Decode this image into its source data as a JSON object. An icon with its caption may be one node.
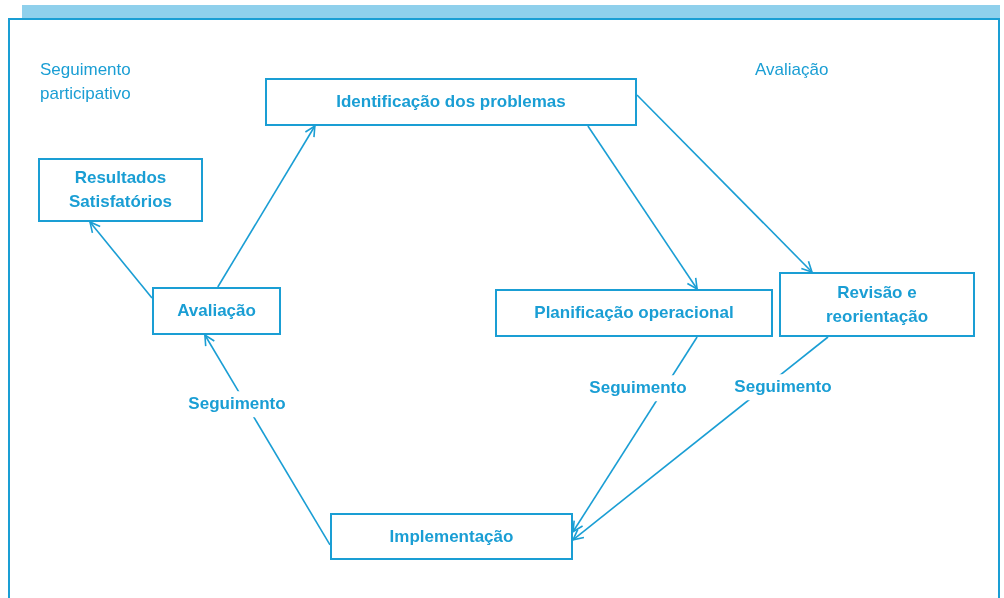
{
  "diagram": {
    "nodes": [
      {
        "text": [
          "Identificação dos problemas"
        ]
      },
      {
        "text": [
          "Resultados Satisfatórios"
        ]
      },
      {
        "text": [
          "Avaliação"
        ]
      },
      {
        "text": [
          "Planificação operacional"
        ]
      },
      {
        "text": [
          "Revisão e reorientação"
        ]
      },
      {
        "text": [
          "Implementação"
        ]
      }
    ],
    "edges": [
      {
        "from": 2,
        "to": 0,
        "arrow": "to"
      },
      {
        "from": 2,
        "to": 1,
        "arrow": "to"
      },
      {
        "from": 5,
        "to": 2,
        "arrow": "to",
        "label": "Seguimento"
      },
      {
        "from": 0,
        "to": 3,
        "arrow": "to"
      },
      {
        "from": 0,
        "to": 4,
        "arrow": "to"
      },
      {
        "from": 3,
        "to": 5,
        "arrow": "to",
        "label": "Seguimento"
      },
      {
        "from": 4,
        "to": 5,
        "arrow": "to",
        "label": "Seguimento"
      }
    ],
    "labels": [
      "Seguimento participativo",
      "Avaliação"
    ]
  }
}
